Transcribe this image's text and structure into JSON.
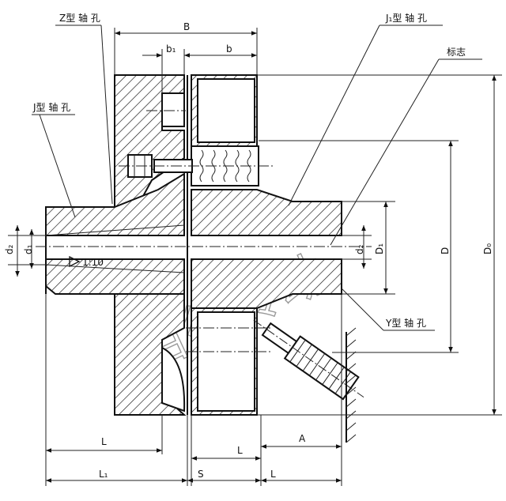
{
  "labels": {
    "z_bore": "Z型 轴 孔",
    "j1_bore": "J₁型 轴 孔",
    "mark": "标志",
    "j_bore": "J型 轴 孔",
    "y_bore": "Y型 轴 孔",
    "taper": "1:10"
  },
  "dimensions": {
    "B": "B",
    "b1": "b₁",
    "b": "b",
    "d2_left": "d₂",
    "d1_left": "d₁",
    "d2_right": "d₂",
    "D1": "D₁",
    "D": "D",
    "D0": "D₀",
    "L_left": "L",
    "L_mid": "L",
    "A": "A",
    "L1": "L₁",
    "S": "S",
    "L_bottom": "L"
  },
  "watermark": "百德传动"
}
